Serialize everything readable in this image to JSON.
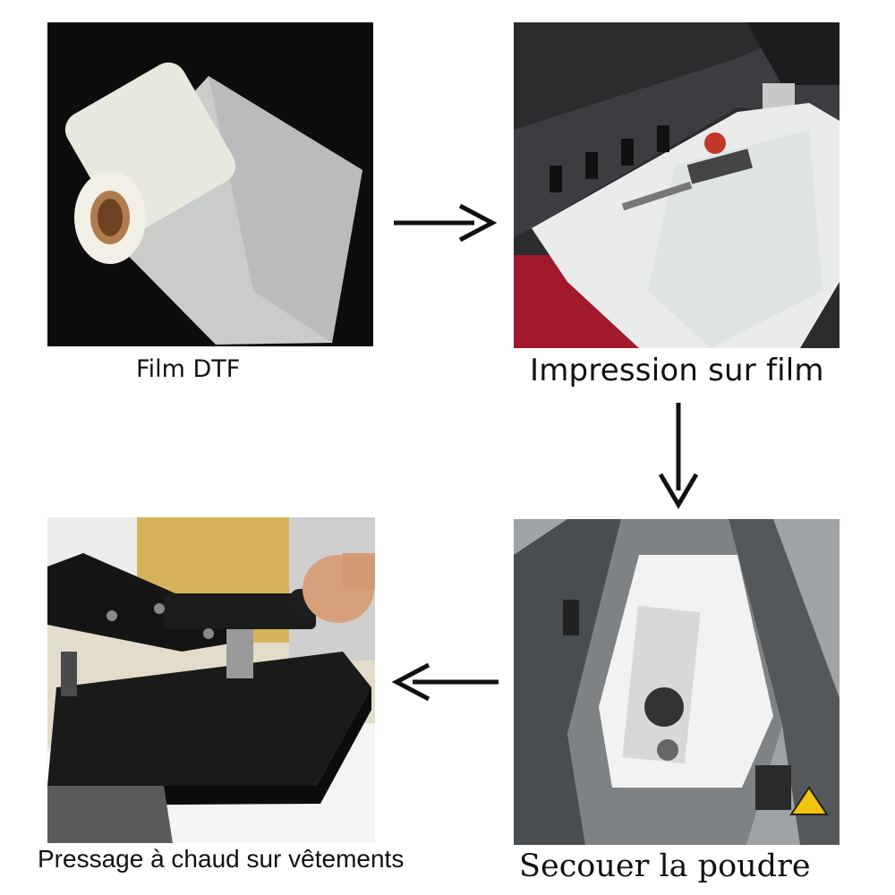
{
  "steps": [
    {
      "label": "Film DTF",
      "image": "dtf-film-roll"
    },
    {
      "label": "Impression sur film",
      "image": "dtf-printer-printing-on-film"
    },
    {
      "label": "Secouer la poudre",
      "image": "powder-shaker-machine"
    },
    {
      "label": "Pressage à chaud sur vêtements",
      "image": "heat-press-machine"
    }
  ],
  "arrows": [
    {
      "from": "Film DTF",
      "to": "Impression sur film",
      "direction": "right"
    },
    {
      "from": "Impression sur film",
      "to": "Secouer la poudre",
      "direction": "down"
    },
    {
      "from": "Secouer la poudre",
      "to": "Pressage à chaud sur vêtements",
      "direction": "left"
    }
  ],
  "colors": {
    "arrow": "#111111",
    "text": "#111111",
    "background": "#ffffff"
  }
}
